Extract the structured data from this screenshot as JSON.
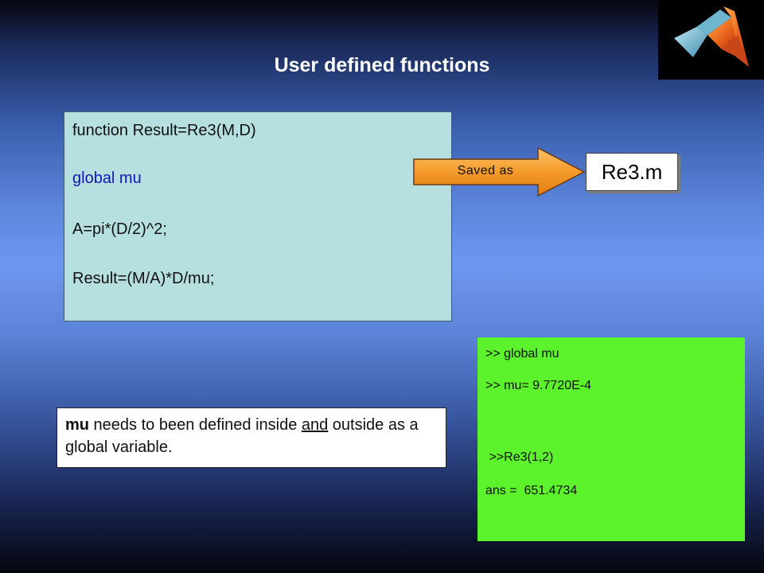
{
  "slide": {
    "title": "User defined functions"
  },
  "logo": {
    "icon": "matlab-membrane-logo"
  },
  "code": {
    "lines": [
      "function Result=Re3(M,D)",
      "global mu",
      "A=pi*(D/2)^2;",
      "Result=(M/A)*D/mu;"
    ]
  },
  "arrow": {
    "label": "Saved as"
  },
  "file": {
    "name": "Re3.m"
  },
  "note": {
    "bold_word": "mu",
    "text_before_underline": " needs to been defined inside ",
    "underlined_word": "and",
    "text_after_underline": " outside as a global variable."
  },
  "console": {
    "lines": [
      ">> global mu",
      ">> mu= 9.7720E-4",
      " >>Re3(1,2)",
      "ans =  651.4734"
    ]
  },
  "colors": {
    "code_bg": "#b6dfdf",
    "keyword_blue": "#1616b8",
    "arrow_orange": "#f49a2a",
    "console_green": "#5cf22c"
  }
}
